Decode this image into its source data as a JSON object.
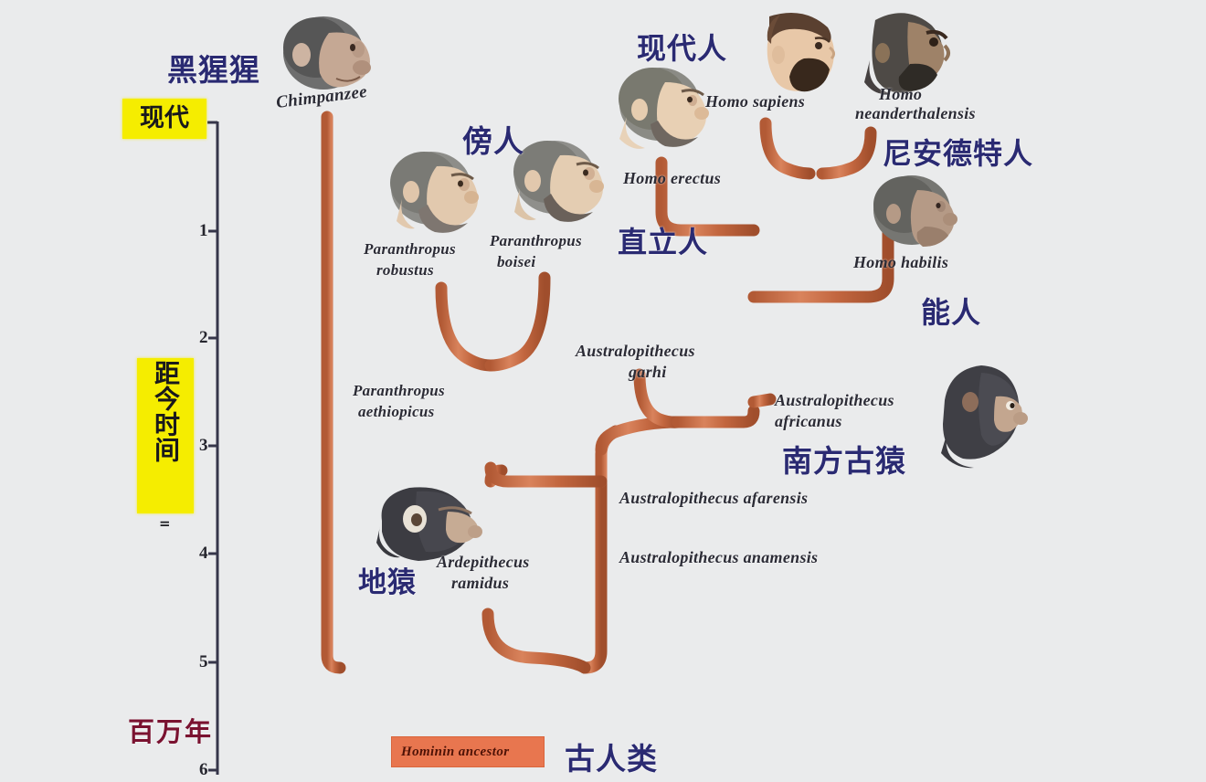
{
  "title": "人类演化树 (Hominin phylogenetic tree)",
  "background_color": "#eaebec",
  "branch_color": "#c2663f",
  "axis": {
    "label_top": "现代",
    "label_side": "距今时间",
    "label_side_equals": "=",
    "label_unit": "百万年",
    "ticks": [
      "1",
      "2",
      "3",
      "4",
      "5",
      "6"
    ],
    "tick_values": [
      1,
      2,
      3,
      4,
      5,
      6
    ],
    "unit_color": "#7a1230",
    "highlight_color": "#f5ed00"
  },
  "taxa": [
    {
      "latin": "Chimpanzee",
      "chinese": "黑猩猩",
      "head": "chimpanzee-head"
    },
    {
      "latin": "Paranthropus\nrobustus",
      "chinese": "傍人",
      "head": "paranthropus-robustus-head"
    },
    {
      "latin": "Paranthropus\nboisei",
      "chinese": "傍人",
      "head": "paranthropus-boisei-head"
    },
    {
      "latin": "Paranthropus\naethiopicus",
      "chinese": "",
      "head": ""
    },
    {
      "latin": "Homo sapiens",
      "chinese": "现代人",
      "head": "homo-sapiens-head"
    },
    {
      "latin": "Homo\nneanderthalensis",
      "chinese": "尼安德特人",
      "head": "homo-neanderthalensis-head"
    },
    {
      "latin": "Homo erectus",
      "chinese": "直立人",
      "head": "homo-erectus-head"
    },
    {
      "latin": "Homo habilis",
      "chinese": "能人",
      "head": "homo-habilis-head"
    },
    {
      "latin": "Australopithecus\ngarhi",
      "chinese": "南方古猿",
      "head": ""
    },
    {
      "latin": "Australopithecus\nafricanus",
      "chinese": "南方古猿",
      "head": "australopithecus-head"
    },
    {
      "latin": "Australopithecus afarensis",
      "chinese": "",
      "head": ""
    },
    {
      "latin": "Australopithecus anamensis",
      "chinese": "",
      "head": ""
    },
    {
      "latin": "Ardepithecus\nramidus",
      "chinese": "地猿",
      "head": "ardipithecus-head"
    },
    {
      "latin": "Hominin ancestor",
      "chinese": "古人类",
      "head": ""
    }
  ],
  "labels": {
    "chimpanzee_cn": "黑猩猩",
    "chimpanzee_lat": "Chimpanzee",
    "paranthropus_cn": "傍人",
    "p_robustus_l1": "Paranthropus",
    "p_robustus_l2": "robustus",
    "p_boisei_l1": "Paranthropus",
    "p_boisei_l2": "boisei",
    "p_aethiopicus_l1": "Paranthropus",
    "p_aethiopicus_l2": "aethiopicus",
    "modern_human_cn": "现代人",
    "h_sapiens_lat": "Homo sapiens",
    "neanderthal_cn": "尼安德特人",
    "h_neanderthalensis_l1": "Homo",
    "h_neanderthalensis_l2": "neanderthalensis",
    "erectus_cn": "直立人",
    "h_erectus_lat": "Homo erectus",
    "habilis_cn": "能人",
    "h_habilis_lat": "Homo habilis",
    "a_garhi_l1": "Australopithecus",
    "a_garhi_l2": "garhi",
    "a_africanus_l1": "Australopithecus",
    "a_africanus_l2": "africanus",
    "australopithecus_cn": "南方古猿",
    "a_afarensis_lat": "Australopithecus afarensis",
    "a_anamensis_lat": "Australopithecus anamensis",
    "ardipithecus_cn": "地猿",
    "a_ramidus_l1": "Ardepithecus",
    "a_ramidus_l2": "ramidus",
    "hominin_ancestor_lat": "Hominin ancestor",
    "hominin_ancestor_cn": "古人类"
  },
  "chart_data": {
    "type": "tree",
    "title": "Hominin phylogenetic tree",
    "ylabel": "距今时间 (百万年)",
    "ylim": [
      0,
      6
    ],
    "yaxis_ticks": [
      1,
      2,
      3,
      4,
      5,
      6
    ],
    "yaxis_inverted": true,
    "grid": false,
    "legend": "none",
    "nodes": [
      {
        "name": "Hominin ancestor",
        "age_mya": 6.0,
        "type": "root"
      },
      {
        "name": "Chimpanzee",
        "age_mya": 0.0,
        "type": "tip"
      },
      {
        "name": "Ardepithecus ramidus",
        "age_mya": 4.6,
        "type": "tip"
      },
      {
        "name": "Australopithecus anamensis",
        "age_mya": 4.0,
        "type": "node"
      },
      {
        "name": "Australopithecus afarensis",
        "age_mya": 3.5,
        "type": "node"
      },
      {
        "name": "Paranthropus aethiopicus",
        "age_mya": 2.6,
        "type": "node"
      },
      {
        "name": "Paranthropus robustus",
        "age_mya": 1.4,
        "type": "tip"
      },
      {
        "name": "Paranthropus boisei",
        "age_mya": 1.3,
        "type": "tip"
      },
      {
        "name": "Australopithecus garhi",
        "age_mya": 2.4,
        "type": "tip"
      },
      {
        "name": "Australopithecus africanus",
        "age_mya": 2.8,
        "type": "node"
      },
      {
        "name": "Homo habilis",
        "age_mya": 1.7,
        "type": "tip"
      },
      {
        "name": "Homo erectus",
        "age_mya": 1.5,
        "type": "tip"
      },
      {
        "name": "Homo sapiens",
        "age_mya": 0.6,
        "type": "tip"
      },
      {
        "name": "Homo neanderthalensis",
        "age_mya": 0.7,
        "type": "tip"
      }
    ],
    "edges": [
      [
        "Hominin ancestor",
        "Chimpanzee"
      ],
      [
        "Hominin ancestor",
        "Australopithecus anamensis"
      ],
      [
        "Australopithecus anamensis",
        "Ardepithecus ramidus"
      ],
      [
        "Australopithecus anamensis",
        "Australopithecus afarensis"
      ],
      [
        "Australopithecus afarensis",
        "Paranthropus aethiopicus"
      ],
      [
        "Paranthropus aethiopicus",
        "Paranthropus robustus"
      ],
      [
        "Paranthropus aethiopicus",
        "Paranthropus boisei"
      ],
      [
        "Australopithecus afarensis",
        "Australopithecus africanus"
      ],
      [
        "Australopithecus africanus",
        "Australopithecus garhi"
      ],
      [
        "Australopithecus africanus",
        "Homo habilis"
      ],
      [
        "Australopithecus africanus",
        "Homo erectus"
      ],
      [
        "Australopithecus africanus",
        "Homo sapiens"
      ],
      [
        "Australopithecus africanus",
        "Homo neanderthalensis"
      ]
    ]
  }
}
